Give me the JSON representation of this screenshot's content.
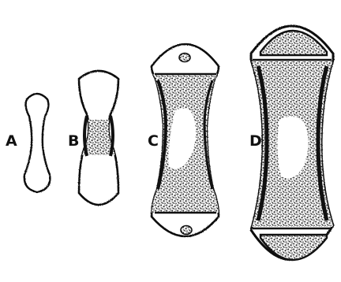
{
  "labels": {
    "a": "A",
    "b": "B",
    "c": "C",
    "d": "D"
  },
  "colors": {
    "ink": "#111111",
    "paper": "#ffffff",
    "stipple": "#3a3a3a"
  }
}
